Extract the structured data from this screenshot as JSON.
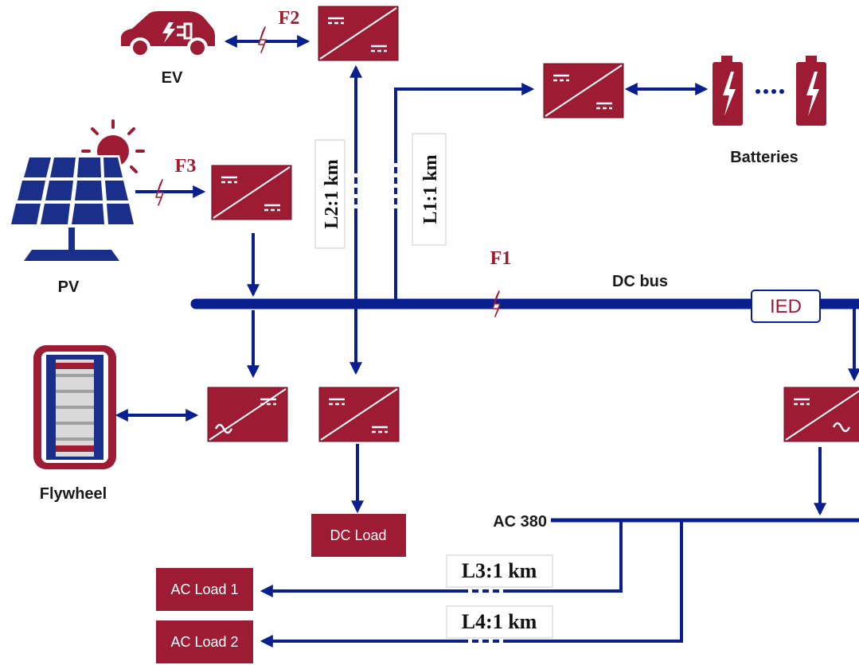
{
  "labels": {
    "ev": "EV",
    "pv": "PV",
    "batteries": "Batteries",
    "flywheel": "Flywheel",
    "dc_bus": "DC bus",
    "ied": "IED",
    "ac_bus": "AC 380",
    "dc_load": "DC Load",
    "ac_load_1": "AC Load 1",
    "ac_load_2": "AC Load 2"
  },
  "faults": {
    "f1": "F1",
    "f2": "F2",
    "f3": "F3"
  },
  "lines": {
    "l1": "L1:1 km",
    "l2": "L2:1 km",
    "l3": "L3:1 km",
    "l4": "L4:1 km"
  },
  "colors": {
    "line": "#0a1f8f",
    "converter": "#9e1b34",
    "fault": "#a01b2f",
    "label_dark": "#1a1a1a"
  },
  "icons": {
    "dc_dc_converter": "converter-dc-dc-icon",
    "dc_ac_converter": "converter-dc-ac-icon",
    "fault": "lightning-fault-icon",
    "ev": "electric-car-icon",
    "pv": "solar-panel-icon",
    "battery": "battery-icon",
    "flywheel": "flywheel-icon"
  }
}
